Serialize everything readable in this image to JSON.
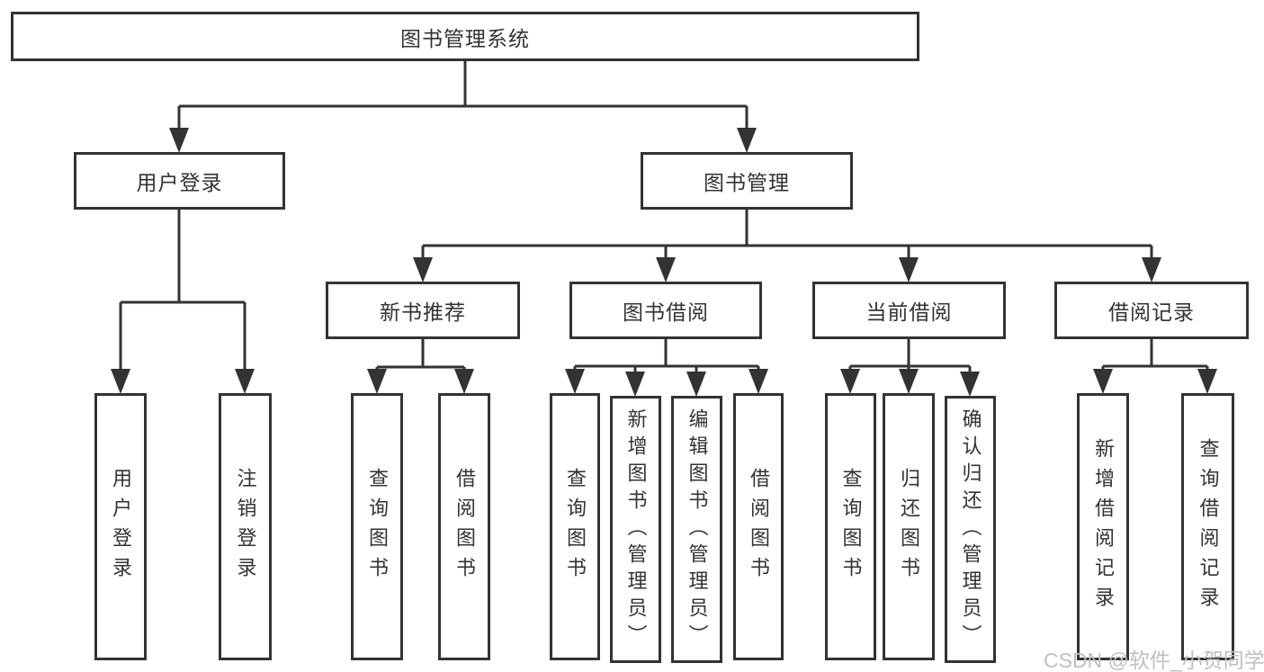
{
  "diagram_title": "图书管理系统",
  "tree": {
    "label": "图书管理系统",
    "children": [
      {
        "label": "用户登录",
        "children": [
          {
            "label": "用户登录"
          },
          {
            "label": "注销登录"
          }
        ]
      },
      {
        "label": "图书管理",
        "children": [
          {
            "label": "新书推荐",
            "children": [
              {
                "label": "查询图书"
              },
              {
                "label": "借阅图书"
              }
            ]
          },
          {
            "label": "图书借阅",
            "children": [
              {
                "label": "查询图书"
              },
              {
                "label": "新增图书（管理员）"
              },
              {
                "label": "编辑图书（管理员）"
              },
              {
                "label": "借阅图书"
              }
            ]
          },
          {
            "label": "当前借阅",
            "children": [
              {
                "label": "查询图书"
              },
              {
                "label": "归还图书"
              },
              {
                "label": "确认归还（管理员）"
              }
            ]
          },
          {
            "label": "借阅记录",
            "children": [
              {
                "label": "新增借阅记录"
              },
              {
                "label": "查询借阅记录"
              }
            ]
          }
        ]
      }
    ]
  },
  "watermark": {
    "text": "CSDN @软件_小贺同学"
  },
  "colors": {
    "line": "#333333",
    "box_border": "#333333",
    "text": "#333333",
    "background": "#ffffff",
    "watermark": "#bfbfbf"
  }
}
